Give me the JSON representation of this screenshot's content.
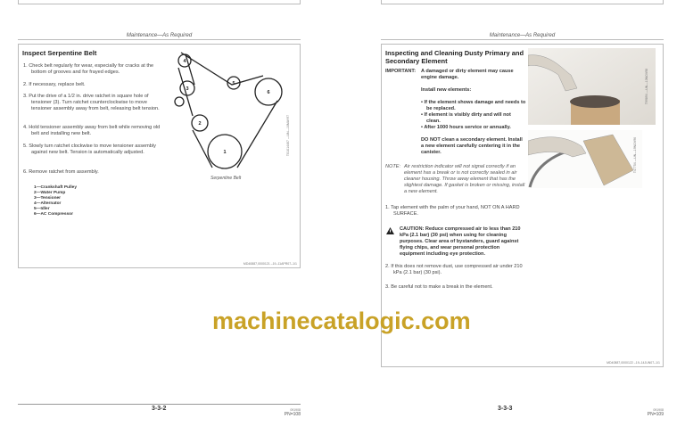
{
  "left": {
    "header": "Maintenance—As Required",
    "title": "Inspect Serpentine Belt",
    "steps": [
      "1. Check belt regularly for wear, especially for cracks at the bottom of grooves and for frayed edges.",
      "2. If necessary, replace belt.",
      "3. Put the drive of a 1/2 in. drive ratchet in square hole of tensioner (3). Turn ratchet counterclockwise to move tensioner assembly away from belt, releasing belt tension.",
      "4. Hold tensioner assembly away from belt while removing old belt and installing new belt.",
      "5. Slowly turn ratchet clockwise to move tensioner assembly against new belt. Tension is automatically adjusted.",
      "6. Remove ratchet from assembly."
    ],
    "legend": [
      "1—Crankshaft Pulley",
      "2—Water Pump",
      "3—Tensioner",
      "4—Alternator",
      "5—Idler",
      "6—AC Compressor"
    ],
    "figure": {
      "caption": "Serpentine Belt",
      "labels": [
        "1",
        "2",
        "3",
        "4",
        "5",
        "6"
      ],
      "side_code": "TS1014467 —UN—10MAY97"
    },
    "doc_code": "MD40887,0000121 –19–11APR07–1/1",
    "page_number": "3-3-2",
    "small_code": "091908",
    "pn": "PN=108"
  },
  "right": {
    "header": "Maintenance—As Required",
    "title": "Inspecting and Cleaning Dusty Primary and Secondary Element",
    "important_label": "IMPORTANT:",
    "important_text": "A damaged or dirty element may cause engine damage.",
    "install_heading": "Install new elements:",
    "bullets": [
      "If the element shows damage and needs to be replaced.",
      "If element is visibly dirty and will not clean.",
      "After 1000 hours service or annually."
    ],
    "do_not": "DO NOT clean a secondary element. Install a new element carefully centering it in the canister.",
    "note_label": "NOTE:",
    "note_text": "Air restriction indicator will not signal correctly if an element has a break or is not correctly sealed in air cleaner housing. Throw away element that has the slightest damage. If gasket is broken or missing, install a new element.",
    "step1": "1. Tap element with the palm of your hand, NOT ON A HARD SURFACE.",
    "caution": "CAUTION: Reduce compressed air to less than 210 kPa (2.1 bar) (30 psi) when using for cleaning purposes. Clear area of bystanders, guard against flying chips, and wear personal protection equipment including eye protection.",
    "step2": "2. If this does not remove dust, use compressed air under 210 kPa (2.1 bar) (30 psi).",
    "step3": "3. Be careful not to make a break in the element.",
    "photo1_code": "T99894 —UN—13NOV98",
    "photo2_code": "T47754 —UN—19NOV96",
    "doc_code": "MD40887,0000122 –19–14JUN07–1/1",
    "page_number": "3-3-3",
    "small_code": "091908",
    "pn": "PN=109"
  },
  "watermark": "machinecatalogic.com",
  "colors": {
    "watermark": "#c9a227",
    "border": "#bbbbbb"
  }
}
